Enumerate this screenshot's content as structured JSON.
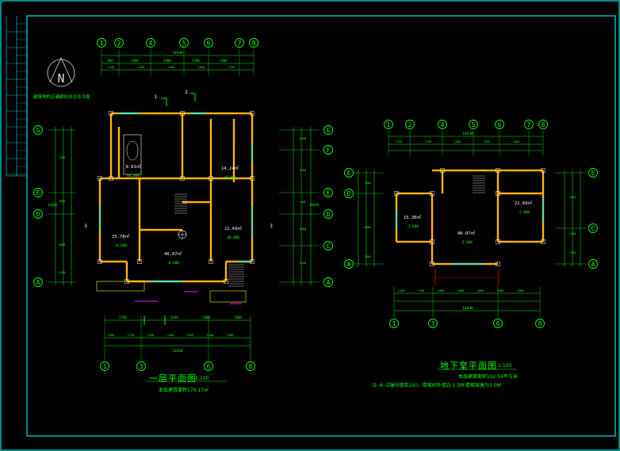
{
  "colors": {
    "frame": "#00e5e5",
    "dimension": "#00ff00",
    "wall_outer": "#ff9900",
    "wall_inner": "#ffff00",
    "column": "#ffffff",
    "door": "#ff00ff",
    "window": "#00ffff",
    "axis_bubble": "#00ff00",
    "section": "#ff0000"
  },
  "north_arrow": {
    "letter": "N",
    "caption": "建筑物的正确朝向详见总平面"
  },
  "ground_floor": {
    "title": "一层平面图",
    "scale": "1:100",
    "area_note": "本层建筑面积174.17㎡",
    "axes_top": [
      "1",
      "2",
      "4",
      "5",
      "6",
      "7",
      "8"
    ],
    "axes_bottom": [
      "1",
      "3",
      "6",
      "8"
    ],
    "axes_left": [
      "G",
      "E",
      "D",
      "A"
    ],
    "axes_right": [
      "G",
      "F",
      "E",
      "D",
      "C",
      "A"
    ],
    "dims_top_total": "14640",
    "dims_top": [
      "800",
      "2400",
      "2400",
      "2700",
      "1600"
    ],
    "dims_bottom_total": "14640",
    "dims_bottom": [
      "2700",
      "4340",
      "2800",
      "3800"
    ],
    "rooms": [
      {
        "area": "8.61㎡",
        "elev": "±0.000"
      },
      {
        "area": "14.24㎡",
        "elev": "±0.000"
      },
      {
        "area": "15.78㎡",
        "elev": "-0.600"
      },
      {
        "area": "40.07㎡",
        "elev": "-0.600"
      },
      {
        "area": "21.69㎡",
        "elev": "±0.000"
      }
    ],
    "section_marks": [
      "1",
      "2",
      "3"
    ]
  },
  "basement": {
    "title": "地下室平面图",
    "scale": "1:100",
    "area_note": "本层建筑面积102.54平方米",
    "note": "D--6--Z轴向墙厚250，楼梯间外墙ZJ-1.5M 楼梯层高为3.0M",
    "axes_top": [
      "1",
      "2",
      "4",
      "5",
      "6",
      "7",
      "8"
    ],
    "axes_bottom": [
      "1",
      "3",
      "6",
      "8"
    ],
    "axes_left": [
      "E",
      "D",
      "A"
    ],
    "axes_right": [
      "E",
      "C",
      "A"
    ],
    "dims_top_total": "14640",
    "dims_bottom_total": "14640",
    "rooms": [
      {
        "area": "15.30㎡",
        "elev": "-3.600"
      },
      {
        "area": "40.07㎡",
        "elev": "-3.600"
      },
      {
        "area": "21.69㎡",
        "elev": "-3.000"
      }
    ]
  }
}
